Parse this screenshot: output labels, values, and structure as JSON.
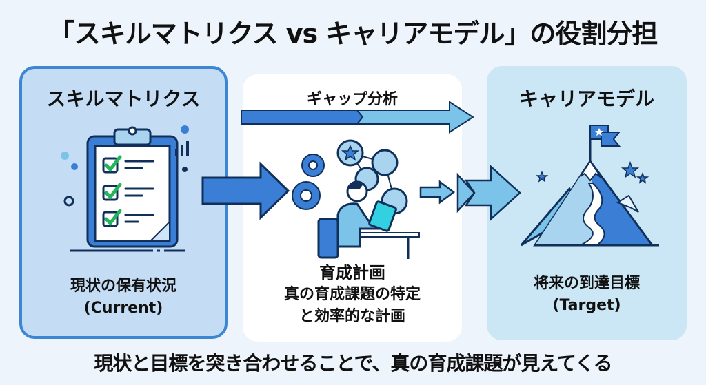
{
  "title": "「スキルマトリクス vs キャリアモデル」の役割分担",
  "panels": {
    "left": {
      "heading": "スキルマトリクス",
      "line1": "現状の保有状況",
      "line2": "(Current)",
      "icon": "clipboard-checklist-icon"
    },
    "middle": {
      "arrow_label": "ギャップ分析",
      "heading": "育成計画",
      "line1": "真の育成課題の特定",
      "line2": "と効率的な計画",
      "icon": "person-planning-icon"
    },
    "right": {
      "heading": "キャリアモデル",
      "line1": "将来の到達目標",
      "line2": "(Target)",
      "icon": "mountain-flag-icon"
    }
  },
  "footer": "現状と目標を突き合わせることで、真の育成課題が見えてくる",
  "colors": {
    "background": "#eef4fb",
    "left_panel": "#c5dcf5",
    "left_border": "#3c86d4",
    "right_panel": "#cbe6f4",
    "arrow_dark": "#3a7fd5",
    "arrow_light": "#7cc3ea",
    "outline": "#10305a",
    "check": "#22b55a"
  }
}
